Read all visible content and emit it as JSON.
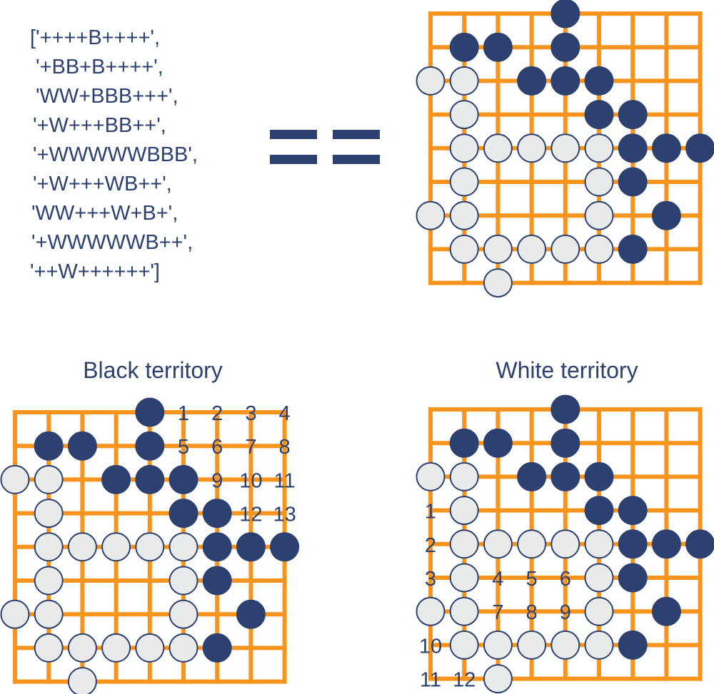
{
  "colors": {
    "grid": "#F7941D",
    "stone_black": "#2C4170",
    "stone_white": "#E9EAEA",
    "stone_outline": "#2C4170",
    "text": "#2C4170"
  },
  "code_lines": [
    "['++++B++++',",
    "'+BB+B++++',",
    "'WW+BBB+++',",
    "'+W+++BB++',",
    "'+WWWWWBBB',",
    "'+W+++WB++',",
    "'WW+++W+B+',",
    "'+WWWWWB++',",
    "'++W++++++']"
  ],
  "equals_sign": "==",
  "board": [
    "++++B++++",
    "+BB+B++++",
    "WW+BBB+++",
    "+W+++BB++",
    "+WWWWWBBB",
    "+W+++WB++",
    "WW+++W+B+",
    "+WWWWWB++",
    "++W++++++"
  ],
  "panels": {
    "black": {
      "title": "Black territory"
    },
    "white": {
      "title": "White territory"
    }
  },
  "black_territory_labels": [
    {
      "row": 0,
      "col": 5,
      "text": "1"
    },
    {
      "row": 0,
      "col": 6,
      "text": "2"
    },
    {
      "row": 0,
      "col": 7,
      "text": "3"
    },
    {
      "row": 0,
      "col": 8,
      "text": "4"
    },
    {
      "row": 1,
      "col": 5,
      "text": "5"
    },
    {
      "row": 1,
      "col": 6,
      "text": "6"
    },
    {
      "row": 1,
      "col": 7,
      "text": "7"
    },
    {
      "row": 1,
      "col": 8,
      "text": "8"
    },
    {
      "row": 2,
      "col": 6,
      "text": "9"
    },
    {
      "row": 2,
      "col": 7,
      "text": "10"
    },
    {
      "row": 2,
      "col": 8,
      "text": "11"
    },
    {
      "row": 3,
      "col": 7,
      "text": "12"
    },
    {
      "row": 3,
      "col": 8,
      "text": "13"
    }
  ],
  "white_territory_labels": [
    {
      "row": 3,
      "col": 0,
      "text": "1"
    },
    {
      "row": 4,
      "col": 0,
      "text": "2"
    },
    {
      "row": 5,
      "col": 0,
      "text": "3"
    },
    {
      "row": 5,
      "col": 2,
      "text": "4"
    },
    {
      "row": 5,
      "col": 3,
      "text": "5"
    },
    {
      "row": 5,
      "col": 4,
      "text": "6"
    },
    {
      "row": 6,
      "col": 2,
      "text": "7"
    },
    {
      "row": 6,
      "col": 3,
      "text": "8"
    },
    {
      "row": 6,
      "col": 4,
      "text": "9"
    },
    {
      "row": 7,
      "col": 0,
      "text": "10"
    },
    {
      "row": 8,
      "col": 0,
      "text": "11"
    },
    {
      "row": 8,
      "col": 1,
      "text": "12"
    }
  ]
}
